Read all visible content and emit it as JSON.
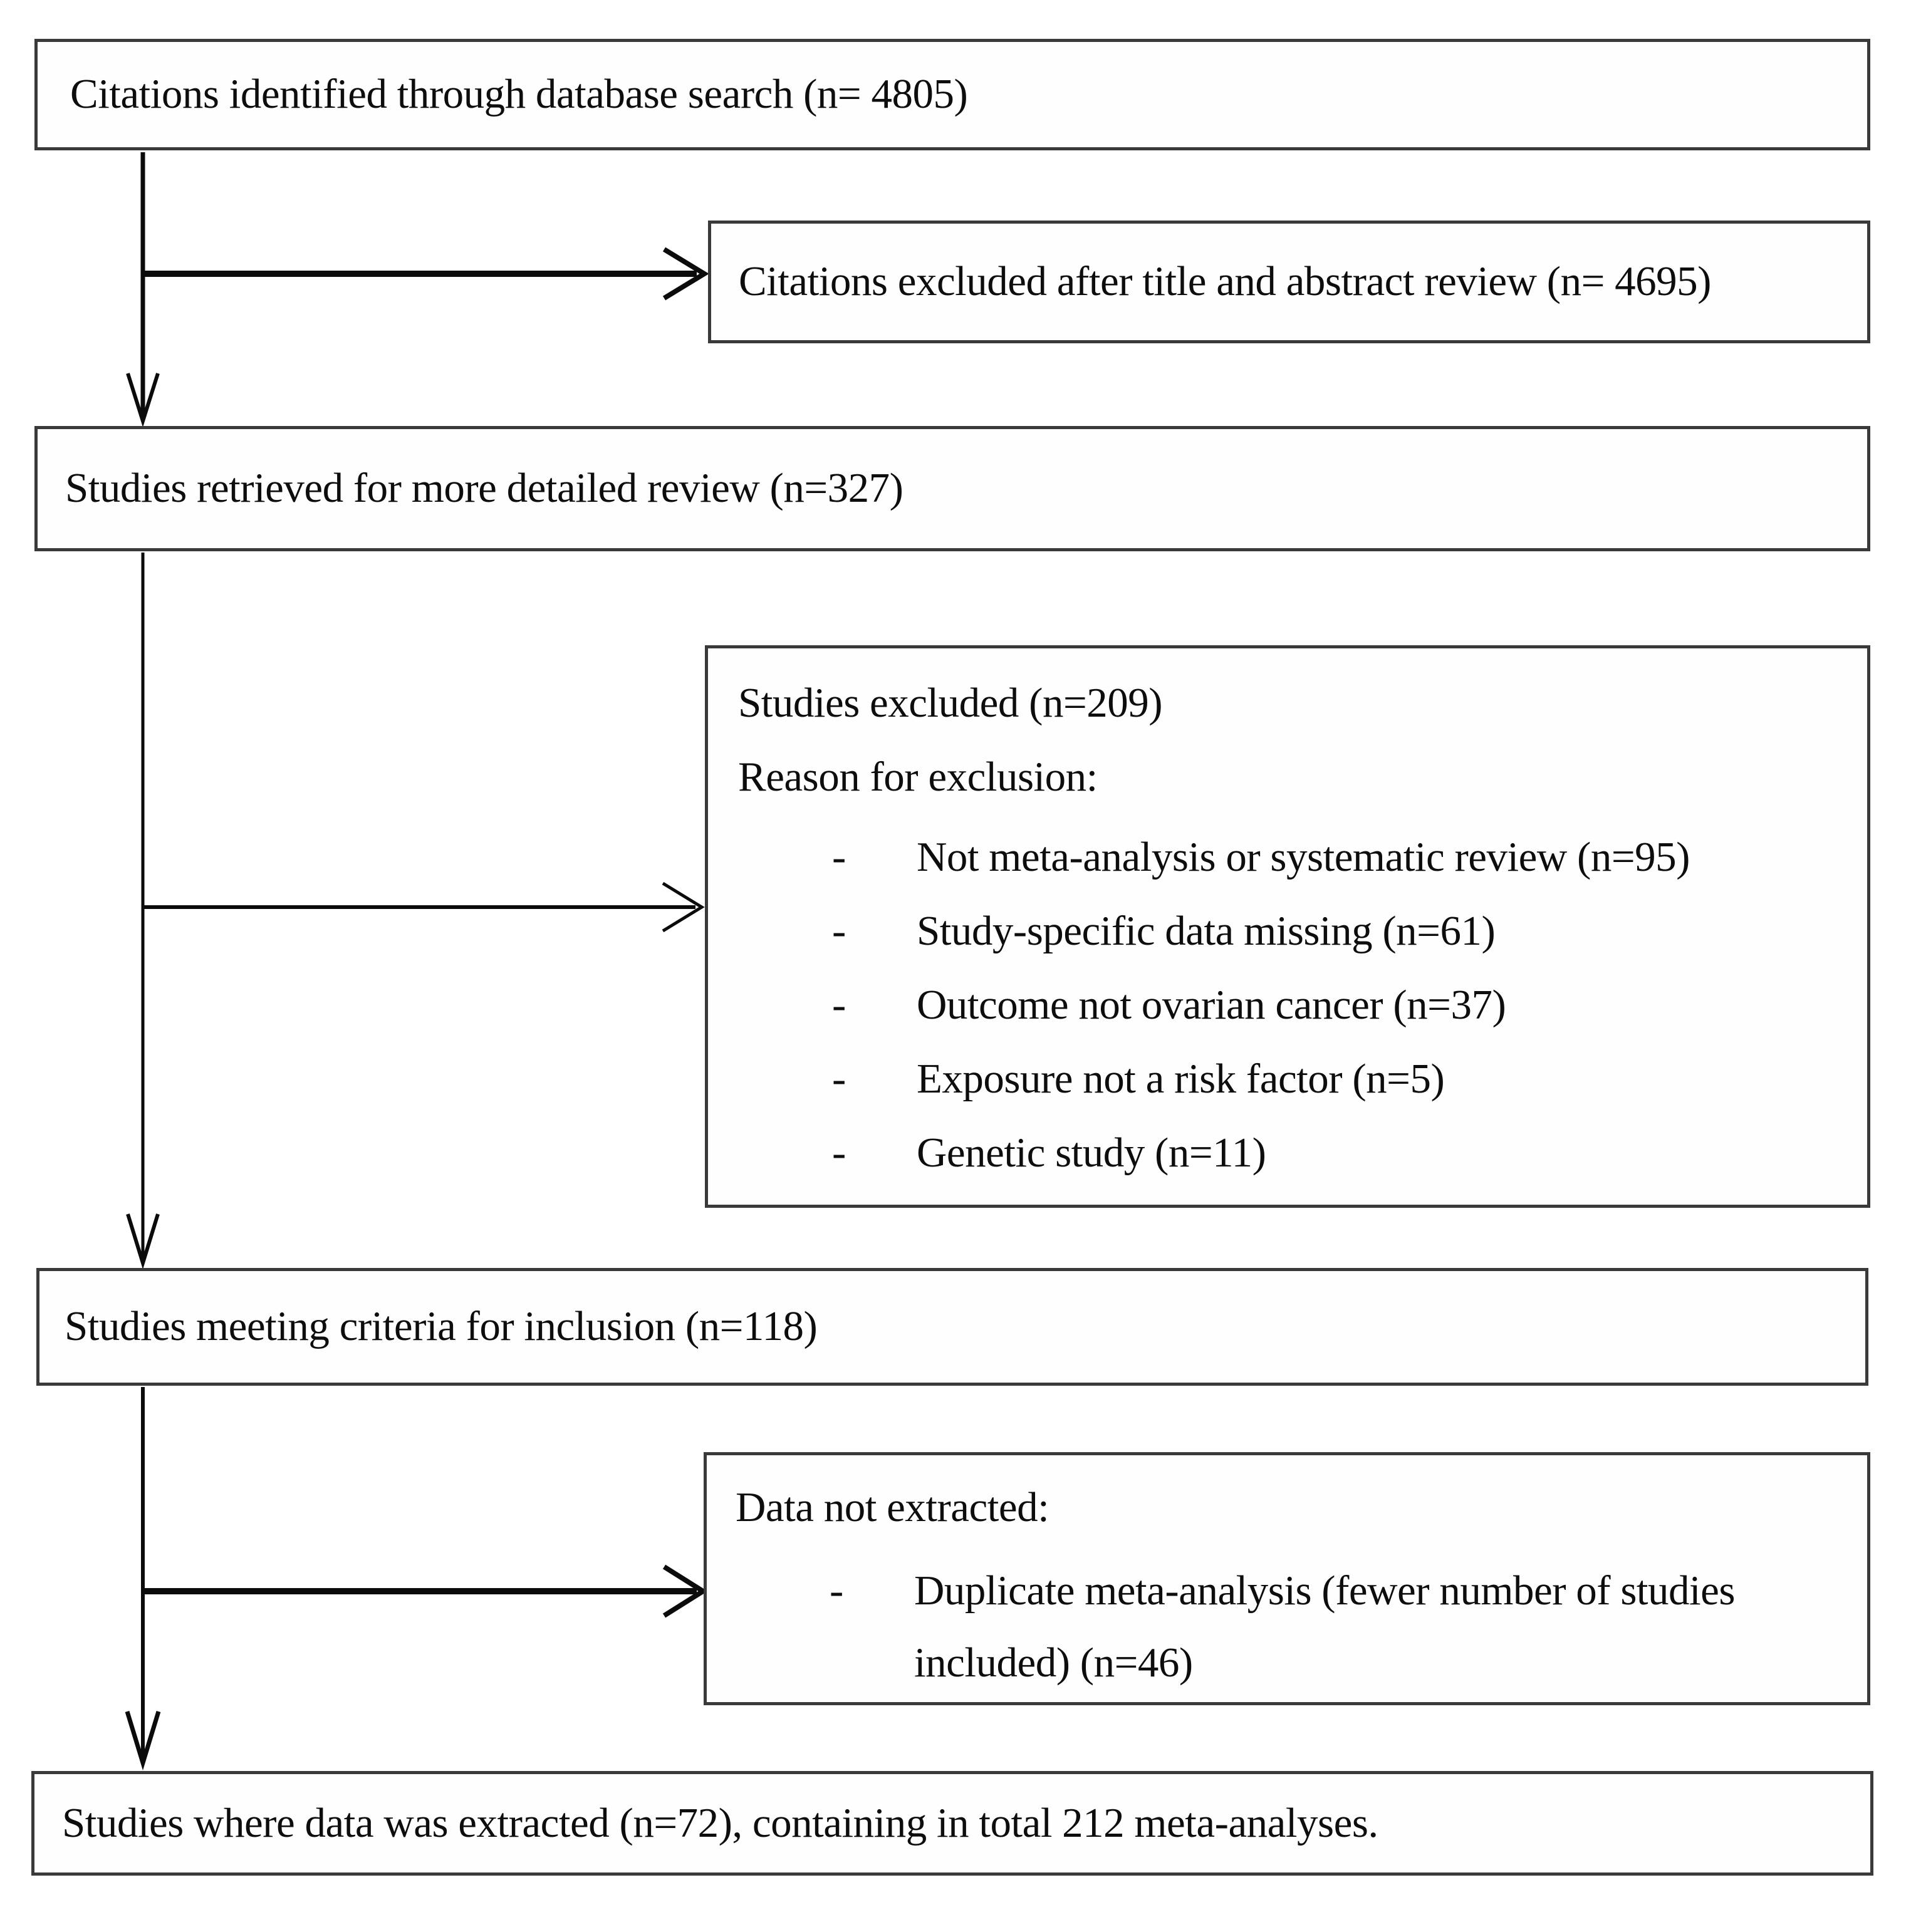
{
  "figure": {
    "boxes": {
      "identified": "Citations identified through database search (n= 4805)",
      "excluded_screening": "Citations excluded after title and abstract review (n= 4695)",
      "retrieved": "Studies retrieved for more detailed review (n=327)",
      "excluded_review": {
        "title": "Studies excluded (n=209)",
        "reason_heading": "Reason for exclusion:",
        "bullet_marker": "-",
        "reasons": [
          "Not meta-analysis or systematic review (n=95)",
          "Study-specific data missing (n=61)",
          "Outcome not ovarian cancer (n=37)",
          "Exposure not a risk factor (n=5)",
          "Genetic study (n=11)"
        ]
      },
      "inclusion": "Studies meeting criteria for inclusion (n=118)",
      "not_extracted": {
        "title": "Data not extracted:",
        "bullet_marker": "-",
        "reasons": [
          "Duplicate meta-analysis (fewer number of studies included) (n=46)"
        ]
      },
      "extracted": "Studies where data was extracted (n=72), containing in total 212 meta-analyses."
    }
  }
}
